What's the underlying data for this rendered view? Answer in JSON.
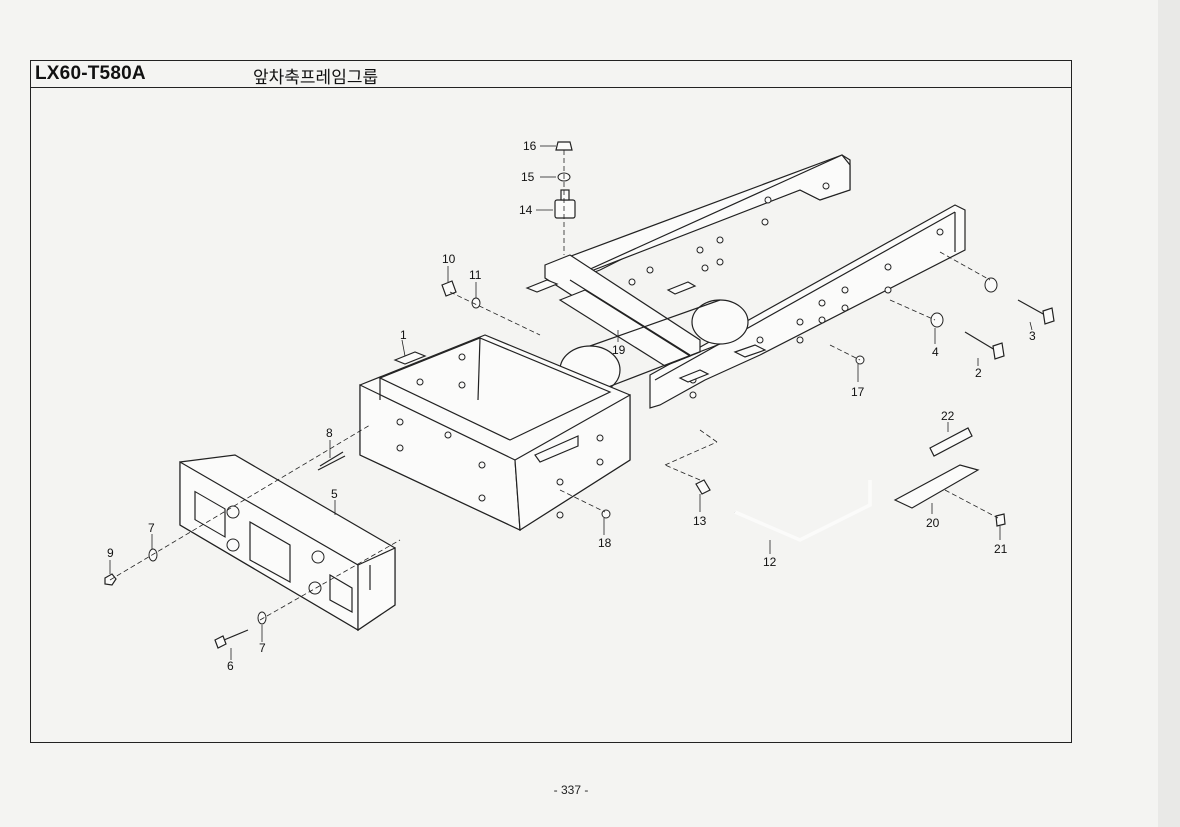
{
  "header": {
    "model_code": "LX60-T580A",
    "group_title": "앞차축프레임그룹"
  },
  "callouts": [
    "1",
    "2",
    "3",
    "4",
    "5",
    "6",
    "7",
    "7",
    "8",
    "9",
    "10",
    "11",
    "12",
    "13",
    "14",
    "15",
    "16",
    "17",
    "18",
    "19",
    "20",
    "21",
    "22"
  ],
  "footer": {
    "page_number": "- 337 -"
  }
}
